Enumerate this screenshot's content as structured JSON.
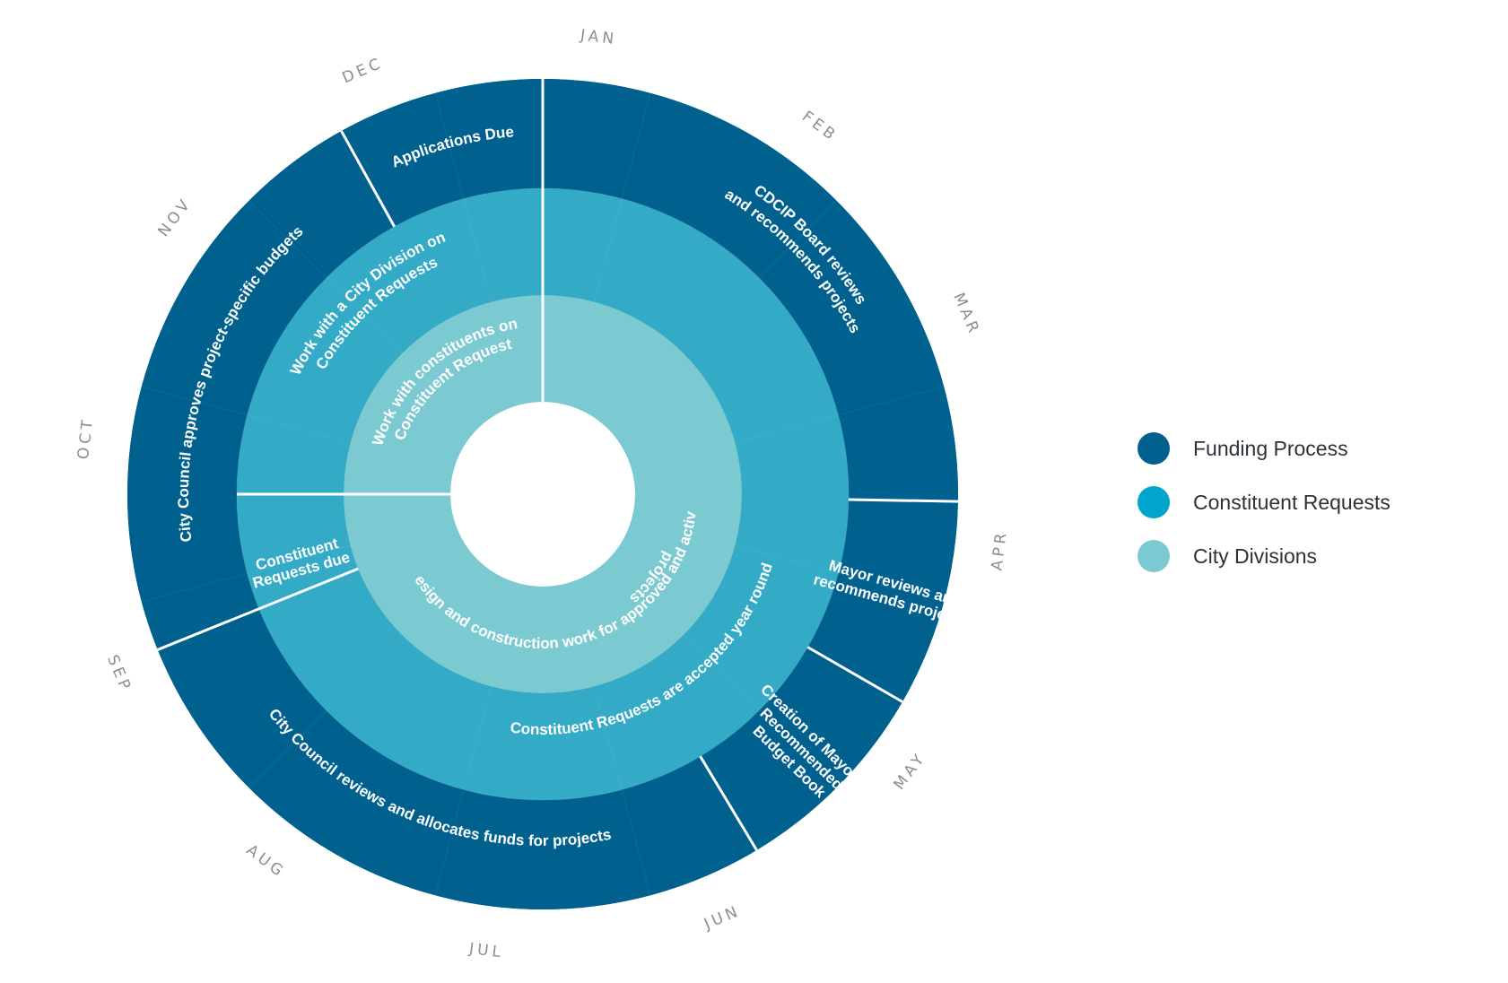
{
  "months": [
    "JAN",
    "FEB",
    "MAR",
    "APR",
    "MAY",
    "JUN",
    "JUL",
    "AUG",
    "SEP",
    "OCT",
    "NOV",
    "DEC"
  ],
  "colors": {
    "funding": "#00618f",
    "constituent": "#33abc7",
    "divisions": "#7ccad1",
    "divider": "#ffffff"
  },
  "rings": {
    "outer": [
      {
        "id": "cdcip",
        "label": "CDCIP Board reviews and recommends projects"
      },
      {
        "id": "mayor-reviews",
        "label": "Mayor reviews and recommends projects"
      },
      {
        "id": "creation",
        "label": "Creation of Mayor's Recommended Budget Book"
      },
      {
        "id": "council-reviews",
        "label": "City Council reviews and allocates funds for projects"
      },
      {
        "id": "council-approves",
        "label": "City Council approves project-specific budgets"
      },
      {
        "id": "applications-due",
        "label": "Applications Due"
      }
    ],
    "middle": [
      {
        "id": "accepted",
        "label": "Constituent Requests are accepted year round"
      },
      {
        "id": "requests-due",
        "label": "Constituent Requests due"
      },
      {
        "id": "work-division",
        "label": "Work with a City Division on Constituent Requests"
      }
    ],
    "inner": [
      {
        "id": "design",
        "label": "Design and construction work for approved and active projects"
      },
      {
        "id": "work-constituents",
        "label": "Work with constituents on Constituent Request"
      }
    ]
  },
  "legend": [
    {
      "label": "Funding Process",
      "color": "#00618f"
    },
    {
      "label": "Constituent Requests",
      "color": "#00a5cc"
    },
    {
      "label": "City Divisions",
      "color": "#7ccad1"
    }
  ]
}
